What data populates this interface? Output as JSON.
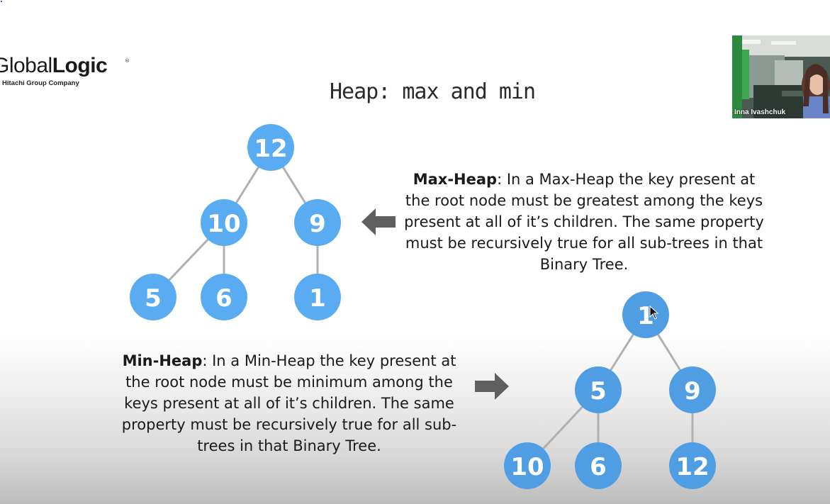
{
  "slide": {
    "logo": {
      "brand_light": "Global",
      "brand_bold": "Logic",
      "registered": "®",
      "subtitle": "Hitachi Group Company"
    },
    "title": "Heap: max and min"
  },
  "webcam": {
    "participant_name": "Inna Ivashchuk"
  },
  "max_heap": {
    "term": "Max-Heap",
    "definition": ": In a Max-Heap the key present at the root node must be greatest among the keys present at all of it’s children. The same property must be recursively true for all sub-trees in that Binary Tree.",
    "node_color": "#5aacf2",
    "nodes": {
      "root": "12",
      "left": "10",
      "right": "9",
      "left_left": "5",
      "left_right": "6",
      "right_child": "1"
    }
  },
  "min_heap": {
    "term": "Min-Heap",
    "definition": ": In a Min-Heap the key present at the root node must be minimum among the keys present at all of it’s children. The same property must be recursively true for all sub-trees in that Binary Tree.",
    "node_color": "#4f9ee3",
    "nodes": {
      "root": "1",
      "left": "5",
      "right": "9",
      "left_left": "10",
      "left_right": "6",
      "right_child": "12"
    }
  },
  "colors": {
    "edge": "#b0b0b0",
    "arrow": "#5f5f5f"
  }
}
